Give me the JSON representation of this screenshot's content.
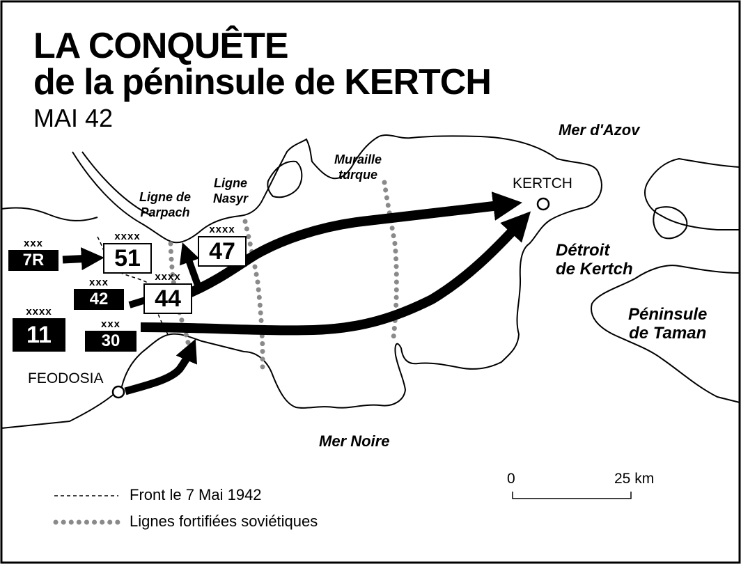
{
  "title": {
    "line1": "LA CONQUÊTE",
    "line2": "de la péninsule de KERTCH",
    "subtitle": "MAI 42"
  },
  "places": {
    "azov": "Mer d'Azov",
    "noire": "Mer Noire",
    "kertch": "KERTCH",
    "feodosia": "FEODOSIA",
    "detroit_1": "Détroit",
    "detroit_2": "de Kertch",
    "taman_1": "Péninsule",
    "taman_2": "de Taman"
  },
  "lines": {
    "parpach_1": "Ligne de",
    "parpach_2": "Parpach",
    "nasyr_1": "Ligne",
    "nasyr_2": "Nasyr",
    "muraille_1": "Muraille",
    "muraille_2": "turque"
  },
  "units": {
    "u7r": {
      "echelon": "xxx",
      "label": "7R"
    },
    "u42": {
      "echelon": "xxx",
      "label": "42"
    },
    "u11": {
      "echelon": "xxxx",
      "label": "11"
    },
    "u30": {
      "echelon": "xxx",
      "label": "30"
    },
    "u51": {
      "echelon": "xxxx",
      "label": "51"
    },
    "u44": {
      "echelon": "xxxx",
      "label": "44"
    },
    "u47": {
      "echelon": "xxxx",
      "label": "47"
    }
  },
  "scale": {
    "start": "0",
    "end": "25 km"
  },
  "legend": {
    "front": "Front le 7 Mai 1942",
    "fortified": "Lignes fortifiées soviétiques"
  },
  "colors": {
    "ink": "#000000",
    "fortified_line": "#8a8a8a",
    "background": "#ffffff"
  }
}
